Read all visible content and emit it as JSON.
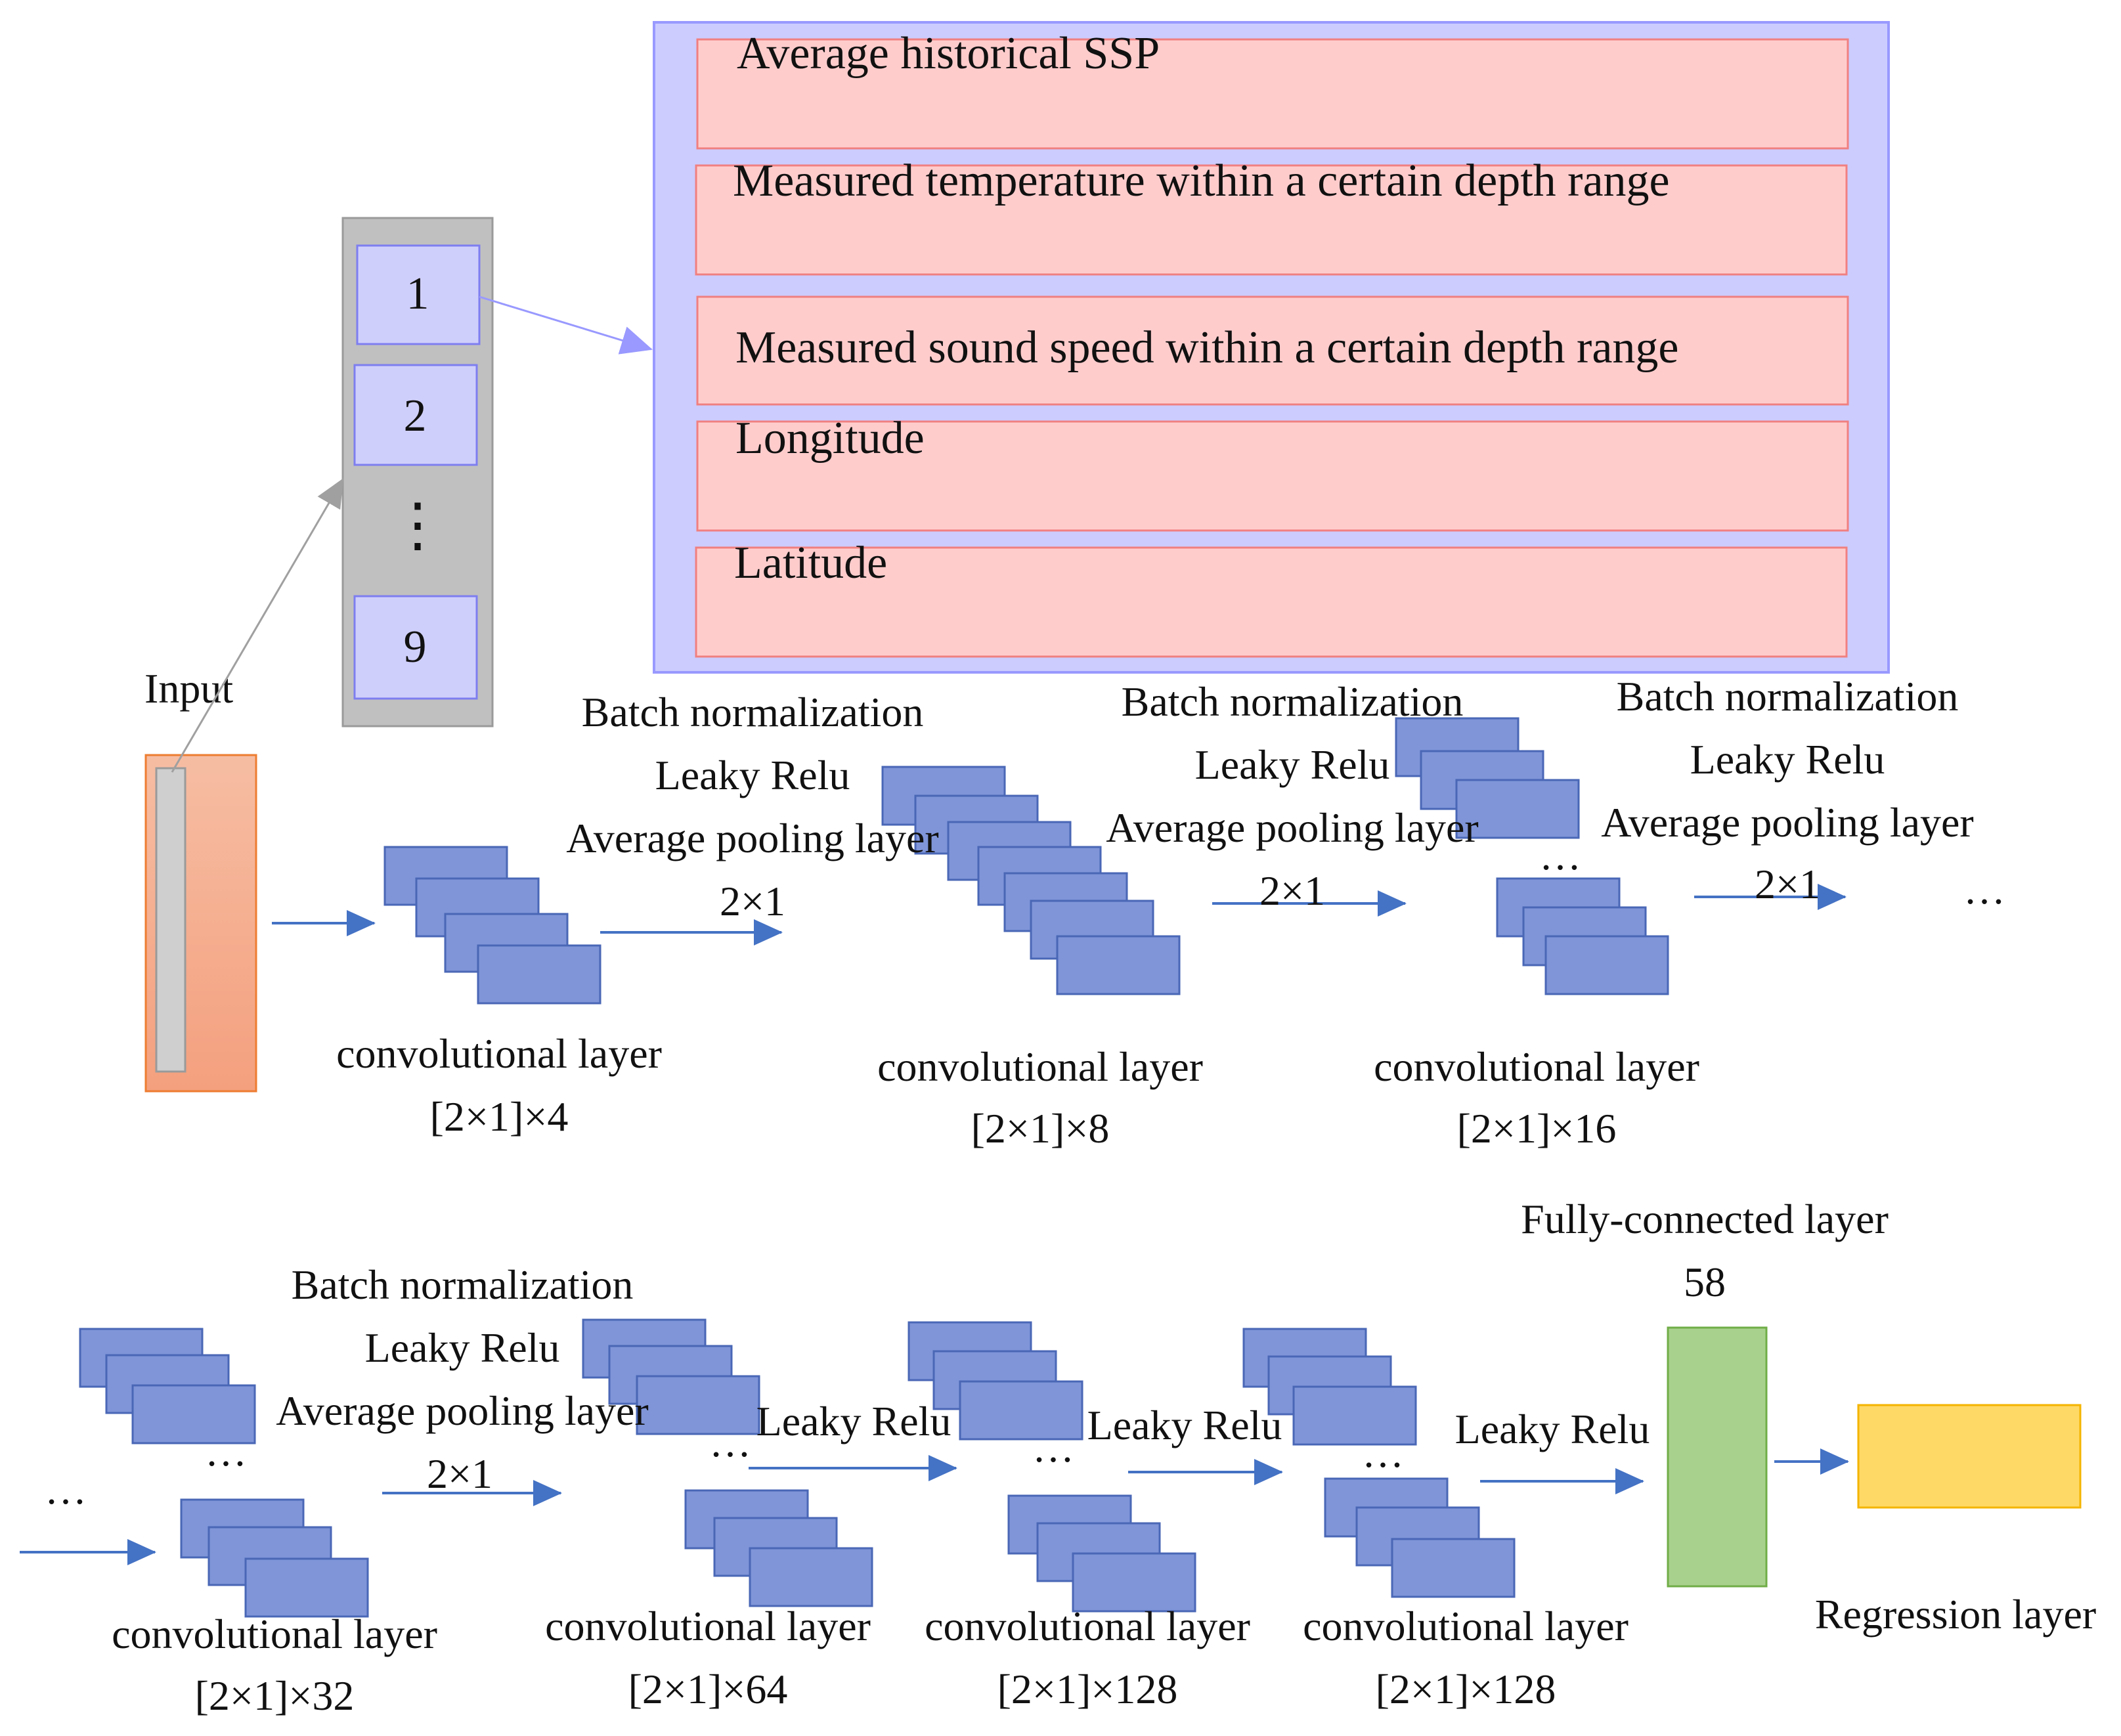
{
  "input": {
    "label": "Input",
    "cells": [
      "1",
      "2",
      "⋮",
      "9"
    ]
  },
  "features": [
    "Average historical SSP",
    "Measured temperature within a certain depth range",
    "Measured sound speed within a certain depth range",
    "Longitude",
    "Latitude"
  ],
  "blocks": {
    "bn1": {
      "line1": "Batch normalization",
      "line2": "Leaky Relu",
      "line3": "Average pooling layer",
      "line4": "2×1"
    },
    "bn2": {
      "line1": "Batch normalization",
      "line2": "Leaky Relu",
      "line3": "Average pooling layer",
      "line4": "2×1"
    },
    "bn3": {
      "line1": "Batch normalization",
      "line2": "Leaky Relu",
      "line3": "Average pooling layer",
      "line4": "2×1"
    },
    "bn4": {
      "line1": "Batch normalization",
      "line2": "Leaky Relu",
      "line3": "Average pooling layer",
      "line4": "2×1"
    },
    "relu1": "Leaky Relu",
    "relu2": "Leaky Relu",
    "relu3": "Leaky Relu"
  },
  "conv_layers": [
    {
      "name": "convolutional layer",
      "size": "[2×1]×4"
    },
    {
      "name": "convolutional layer",
      "size": "[2×1]×8"
    },
    {
      "name": "convolutional layer",
      "size": "[2×1]×16"
    },
    {
      "name": "convolutional layer",
      "size": "[2×1]×32"
    },
    {
      "name": "convolutional layer",
      "size": "[2×1]×64"
    },
    {
      "name": "convolutional layer",
      "size": "[2×1]×128"
    },
    {
      "name": "convolutional layer",
      "size": "[2×1]×128"
    }
  ],
  "fc": {
    "name": "Fully-connected layer",
    "units": "58"
  },
  "regression": {
    "name": "Regression layer"
  },
  "ellipsis": "…",
  "colors": {
    "feature_map": "#7f95d8",
    "feature_panel": "#ccccff",
    "feature_row": "#ffcccc",
    "input_column": "#c0c0c0",
    "input_block": "#f4a585",
    "fc_layer": "#a9d18e",
    "regression_layer": "#ffd966",
    "arrow": "#4472c4"
  }
}
